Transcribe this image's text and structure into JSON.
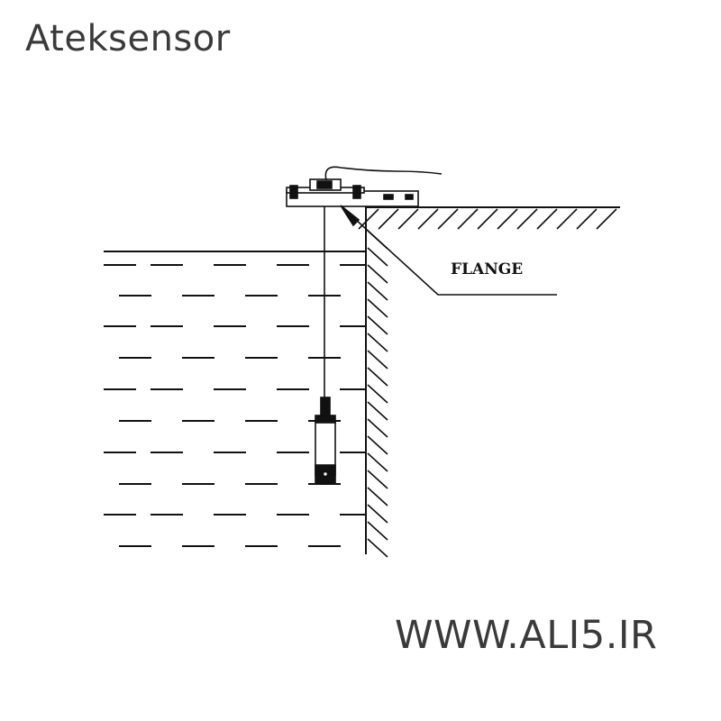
{
  "header": {
    "brand": "Ateksensor"
  },
  "diagram": {
    "flange_label": "FLANGE"
  },
  "footer": {
    "website": "WWW.ALI5.IR"
  }
}
